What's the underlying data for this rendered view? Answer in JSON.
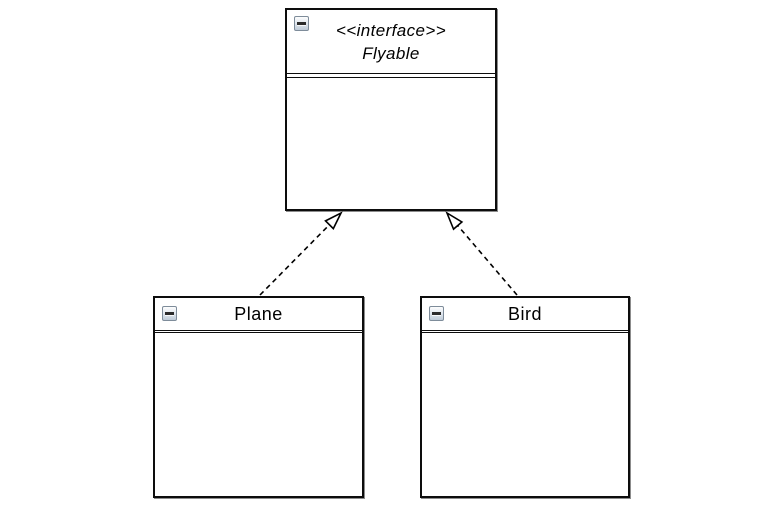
{
  "diagram": {
    "kind": "uml-class-diagram",
    "background_color": "#ffffff",
    "line_color": "#000000",
    "node_fill_color": "#ffffff",
    "nodes": [
      {
        "id": "flyable",
        "stereotype": "<<interface>>",
        "name": "Flyable",
        "name_italic": true,
        "compartments_empty": true
      },
      {
        "id": "plane",
        "name": "Plane",
        "compartments_empty": true
      },
      {
        "id": "bird",
        "name": "Bird",
        "compartments_empty": true
      }
    ],
    "relations": [
      {
        "type": "realization",
        "from": "Plane",
        "to": "Flyable",
        "line_style": "dashed",
        "arrowhead": "hollow-triangle"
      },
      {
        "type": "realization",
        "from": "Bird",
        "to": "Flyable",
        "line_style": "dashed",
        "arrowhead": "hollow-triangle"
      }
    ],
    "icons": {
      "collapse": "minus"
    }
  }
}
